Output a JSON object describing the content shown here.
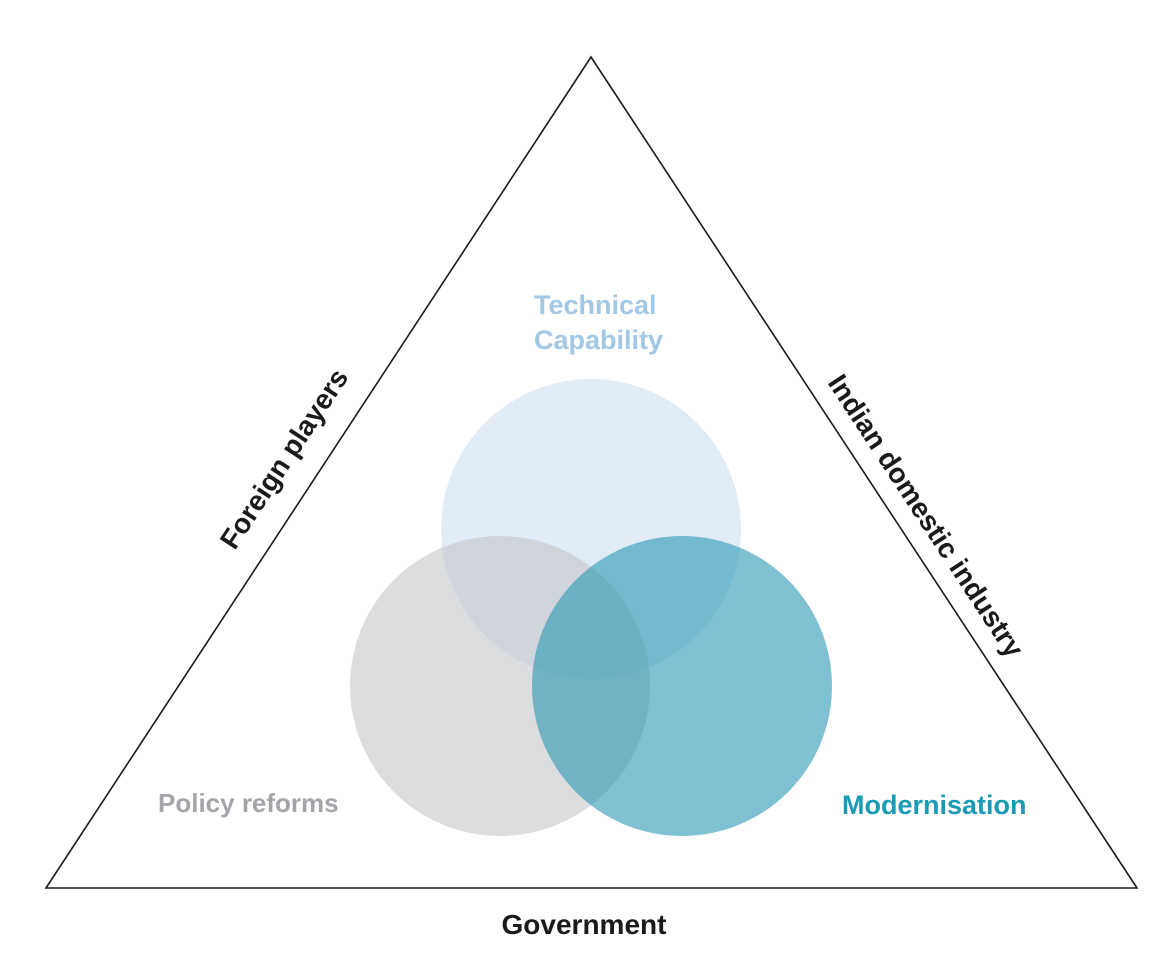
{
  "diagram": {
    "sides": {
      "left": "Foreign players",
      "right": "Indian domestic industry",
      "bottom": "Government"
    },
    "circles": {
      "top": {
        "label_line1": "Technical",
        "label_line2": "Capability",
        "fill": "#cfe0f2",
        "label_color": "#a3c8e6"
      },
      "left": {
        "label": "Policy reforms",
        "fill": "#c4c6ca",
        "label_color": "#a3a5a9"
      },
      "right": {
        "label": "Modernisation",
        "fill": "#2a98b4",
        "label_color": "#1a9ab5"
      }
    },
    "outline_color": "#1a1a1a",
    "text_color": "#1a1a1a"
  }
}
